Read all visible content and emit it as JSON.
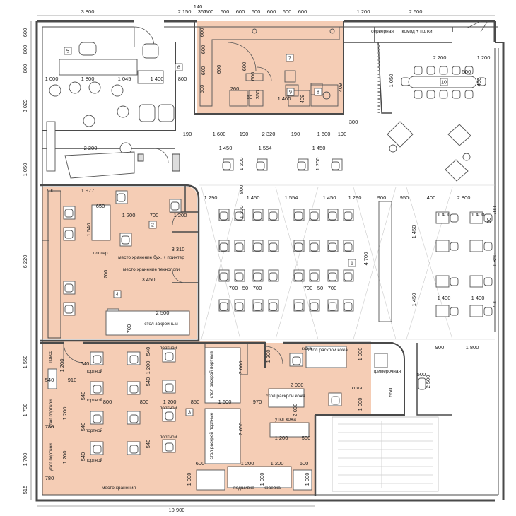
{
  "colors": {
    "highlight": "#f3c4a8",
    "highlight_stroke": "#e08c5a",
    "wall": "#4a4a4a",
    "furniture": "#555555",
    "dim_line": "#555555"
  },
  "room_numbers": [
    "1",
    "2",
    "3",
    "4",
    "5",
    "6",
    "7",
    "8",
    "9",
    "10"
  ],
  "room_labels": {
    "server": "серверная",
    "dresser": "комод + полки",
    "plotter": "плотер",
    "storage_acc": "место хранение бух. + принтер",
    "storage_tech": "место хранение технологи",
    "cutting_table": "стол закройный",
    "press": "пресс",
    "tailor": "портной",
    "iron_tailor": "утюг портной",
    "cut_table_tailor": "стол раскрой портные",
    "leather": "кожа",
    "cut_table_leather": "стол раскрой кожа",
    "iron_leather": "утюг кожа",
    "fitting": "примерочная",
    "storage": "место хранения",
    "lining": "подшивка",
    "edging": "краевка"
  },
  "dimensions": {
    "top": [
      "3 800",
      "2 150",
      "140",
      "360",
      "600",
      "600",
      "600",
      "600",
      "600",
      "600",
      "600",
      "1 200",
      "2 600"
    ],
    "left": [
      "600",
      "800",
      "800",
      "3 023",
      "1 050",
      "6 220",
      "1 550",
      "1 700",
      "1 700",
      "515"
    ],
    "bottom": [
      "10 900"
    ],
    "kitchen": [
      "1 600",
      "2 320",
      "1 600",
      "190",
      "190",
      "190",
      "190",
      "300",
      "600",
      "600",
      "600",
      "600",
      "600",
      "260",
      "60",
      "1 400",
      "350",
      "600",
      "409",
      "409",
      "600"
    ],
    "lounge": [
      "1 000",
      "1 800",
      "1 045",
      "1 400",
      "800",
      "2 200"
    ],
    "meeting": [
      "2 200",
      "1 200",
      "500",
      "480",
      "1 050"
    ],
    "open_top": [
      "1 450",
      "1 554",
      "1 450",
      "1 290",
      "1 450",
      "1 554",
      "1 450",
      "1 290",
      "800",
      "1 200",
      "1 200",
      "4 700"
    ],
    "open_grid": [
      "700",
      "50",
      "700",
      "700",
      "50",
      "700",
      "1 200"
    ],
    "right": [
      "900",
      "950",
      "400",
      "2 800",
      "1 400",
      "1 400",
      "1 450",
      "1 450",
      "50",
      "700",
      "1 850",
      "1 400",
      "1 400",
      "700"
    ],
    "office": [
      "700",
      "1 977",
      "650",
      "1 540",
      "1 200",
      "700",
      "1 200",
      "3 310",
      "700",
      "3 450",
      "2 500",
      "700"
    ],
    "sewing": [
      "540",
      "910",
      "540",
      "540",
      "540",
      "540",
      "1 200",
      "800",
      "800",
      "1 200",
      "1 200",
      "850",
      "1 600",
      "970",
      "2 000",
      "2 000",
      "780",
      "780",
      "1 200",
      "1 200",
      "540",
      "540",
      "540",
      "1 000",
      "1 200",
      "2 000",
      "1 200",
      "500",
      "2 000",
      "1 000",
      "900",
      "1 800",
      "550",
      "500",
      "2 500",
      "600",
      "1 200",
      "1 200",
      "600",
      "1 000",
      "1 000",
      "1 000"
    ]
  }
}
